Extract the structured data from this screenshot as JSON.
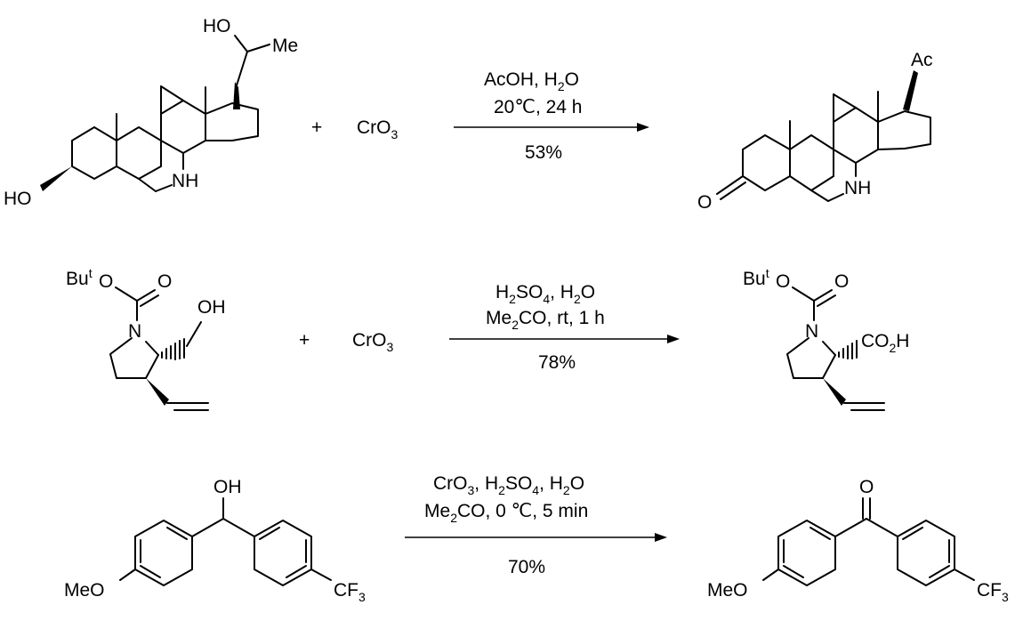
{
  "reactions": [
    {
      "reactant_labels": {
        "oh_top": "HO",
        "me": "Me",
        "oh_left": "HO",
        "nh": "NH"
      },
      "plus": "+",
      "reagent": {
        "main": "CrO",
        "sub": "3"
      },
      "conditions_top": {
        "line1_a": "AcOH, H",
        "line1_sub": "2",
        "line1_b": "O",
        "line2": "20℃, 24 h"
      },
      "yield": "53%",
      "product_labels": {
        "ac": "Ac",
        "o": "O",
        "nh": "NH"
      }
    },
    {
      "reactant_labels": {
        "bu": "Bu",
        "t": "t",
        "o_ester": "O",
        "o_carbonyl": "O",
        "n": "N",
        "oh": "OH"
      },
      "plus": "+",
      "reagent": {
        "main": "CrO",
        "sub": "3"
      },
      "conditions_top": {
        "line1_a": "H",
        "line1_sub1": "2",
        "line1_b": "SO",
        "line1_sub2": "4",
        "line1_c": ", H",
        "line1_sub3": "2",
        "line1_d": "O",
        "line2_a": "Me",
        "line2_sub": "2",
        "line2_b": "CO, rt, 1 h"
      },
      "yield": "78%",
      "product_labels": {
        "bu": "Bu",
        "t": "t",
        "o_ester": "O",
        "o_carbonyl": "O",
        "n": "N",
        "co2h_a": "CO",
        "co2h_sub": "2",
        "co2h_b": "H"
      }
    },
    {
      "reactant_labels": {
        "oh": "OH",
        "meo": "MeO",
        "cf3_a": "CF",
        "cf3_sub": "3"
      },
      "conditions_top": {
        "line1_a": "CrO",
        "line1_sub1": "3",
        "line1_b": ", H",
        "line1_sub2": "2",
        "line1_c": "SO",
        "line1_sub3": "4",
        "line1_d": ", H",
        "line1_sub4": "2",
        "line1_e": "O",
        "line2_a": "Me",
        "line2_sub": "2",
        "line2_b": "CO, 0 ℃, 5 min"
      },
      "yield": "70%",
      "product_labels": {
        "o": "O",
        "meo": "MeO",
        "cf3_a": "CF",
        "cf3_sub": "3"
      }
    }
  ]
}
